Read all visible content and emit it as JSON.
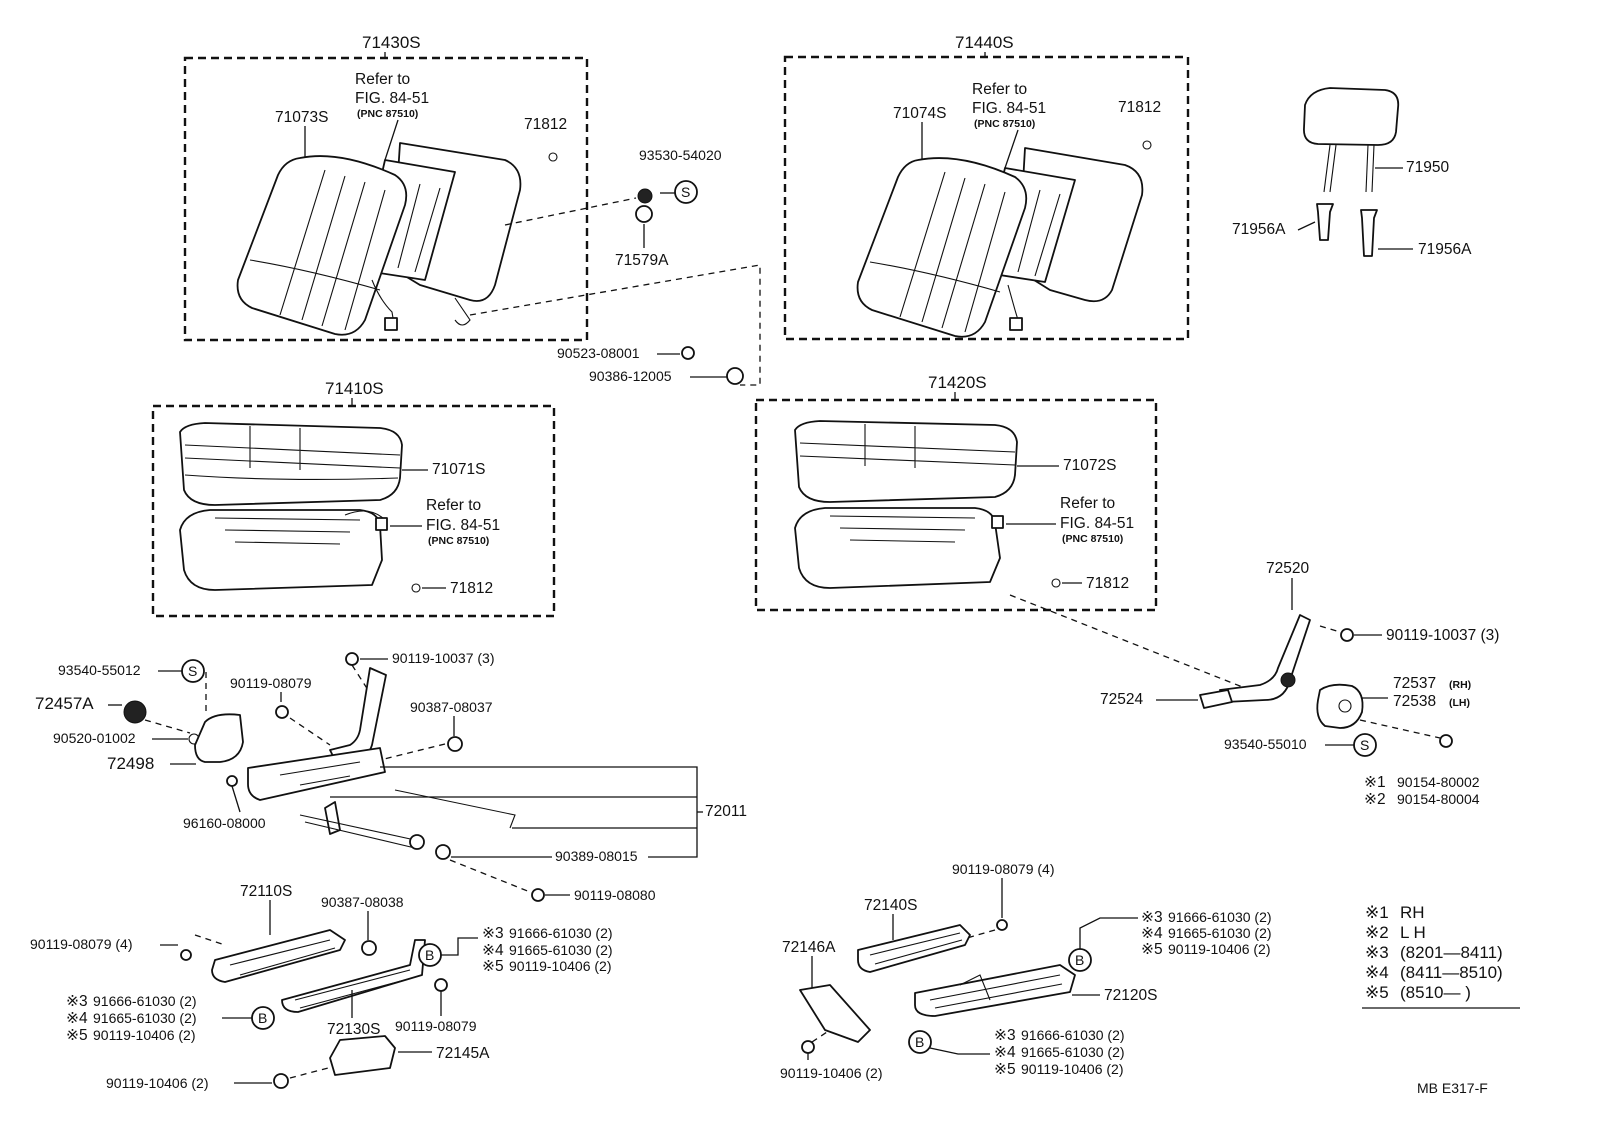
{
  "assemblies": {
    "back_left": "71430S",
    "back_right": "71440S",
    "cushion_left": "71410S",
    "cushion_right": "71420S"
  },
  "refer": {
    "line1": "Refer to",
    "line2": "FIG. 84-51",
    "line3": "(PNC 87510)"
  },
  "parts": {
    "p71073S": "71073S",
    "p71074S": "71074S",
    "p71812": "71812",
    "p93530_54020": "93530-54020",
    "p71579A": "71579A",
    "p90523_08001": "90523-08001",
    "p90386_12005": "90386-12005",
    "p71950": "71950",
    "p71956A": "71956A",
    "p71071S": "71071S",
    "p71072S": "71072S",
    "p72520": "72520",
    "p90119_10037_3": "90119-10037 (3)",
    "p72524": "72524",
    "p72537": "72537",
    "p72538": "72538",
    "rh_small": "(RH)",
    "lh_small": "(LH)",
    "p93540_55010": "93540-55010",
    "p90154_80002": "90154-80002",
    "p90154_80004": "90154-80004",
    "p93540_55012": "93540-55012",
    "p72457A": "72457A",
    "p90520_01002": "90520-01002",
    "p72498": "72498",
    "p96160_08000": "96160-08000",
    "p90119_08079": "90119-08079",
    "p90387_08037": "90387-08037",
    "p72011": "72011",
    "p90389_08015": "90389-08015",
    "p90119_08080": "90119-08080",
    "p72110S": "72110S",
    "p90387_08038": "90387-08038",
    "p90119_08079_4": "90119-08079 (4)",
    "p72130S": "72130S",
    "p72145A": "72145A",
    "p90119_10406_2": "90119-10406 (2)",
    "p91666_61030_2": "91666-61030 (2)",
    "p91665_61030_2": "91665-61030 (2)",
    "p72140S": "72140S",
    "p72146A": "72146A",
    "p72120S": "72120S"
  },
  "marks": {
    "s": "S",
    "b": "B",
    "n1": "※1",
    "n2": "※2",
    "n3": "※3",
    "n4": "※4",
    "n5": "※5"
  },
  "legend": {
    "rows": [
      {
        "mark": "※1",
        "text": "RH"
      },
      {
        "mark": "※2",
        "text": "L H"
      },
      {
        "mark": "※3",
        "text": "(8201—8411)"
      },
      {
        "mark": "※4",
        "text": "(8411—8510)"
      },
      {
        "mark": "※5",
        "text": "(8510—         )"
      }
    ]
  },
  "footer": {
    "code": "MB   E317-F"
  }
}
